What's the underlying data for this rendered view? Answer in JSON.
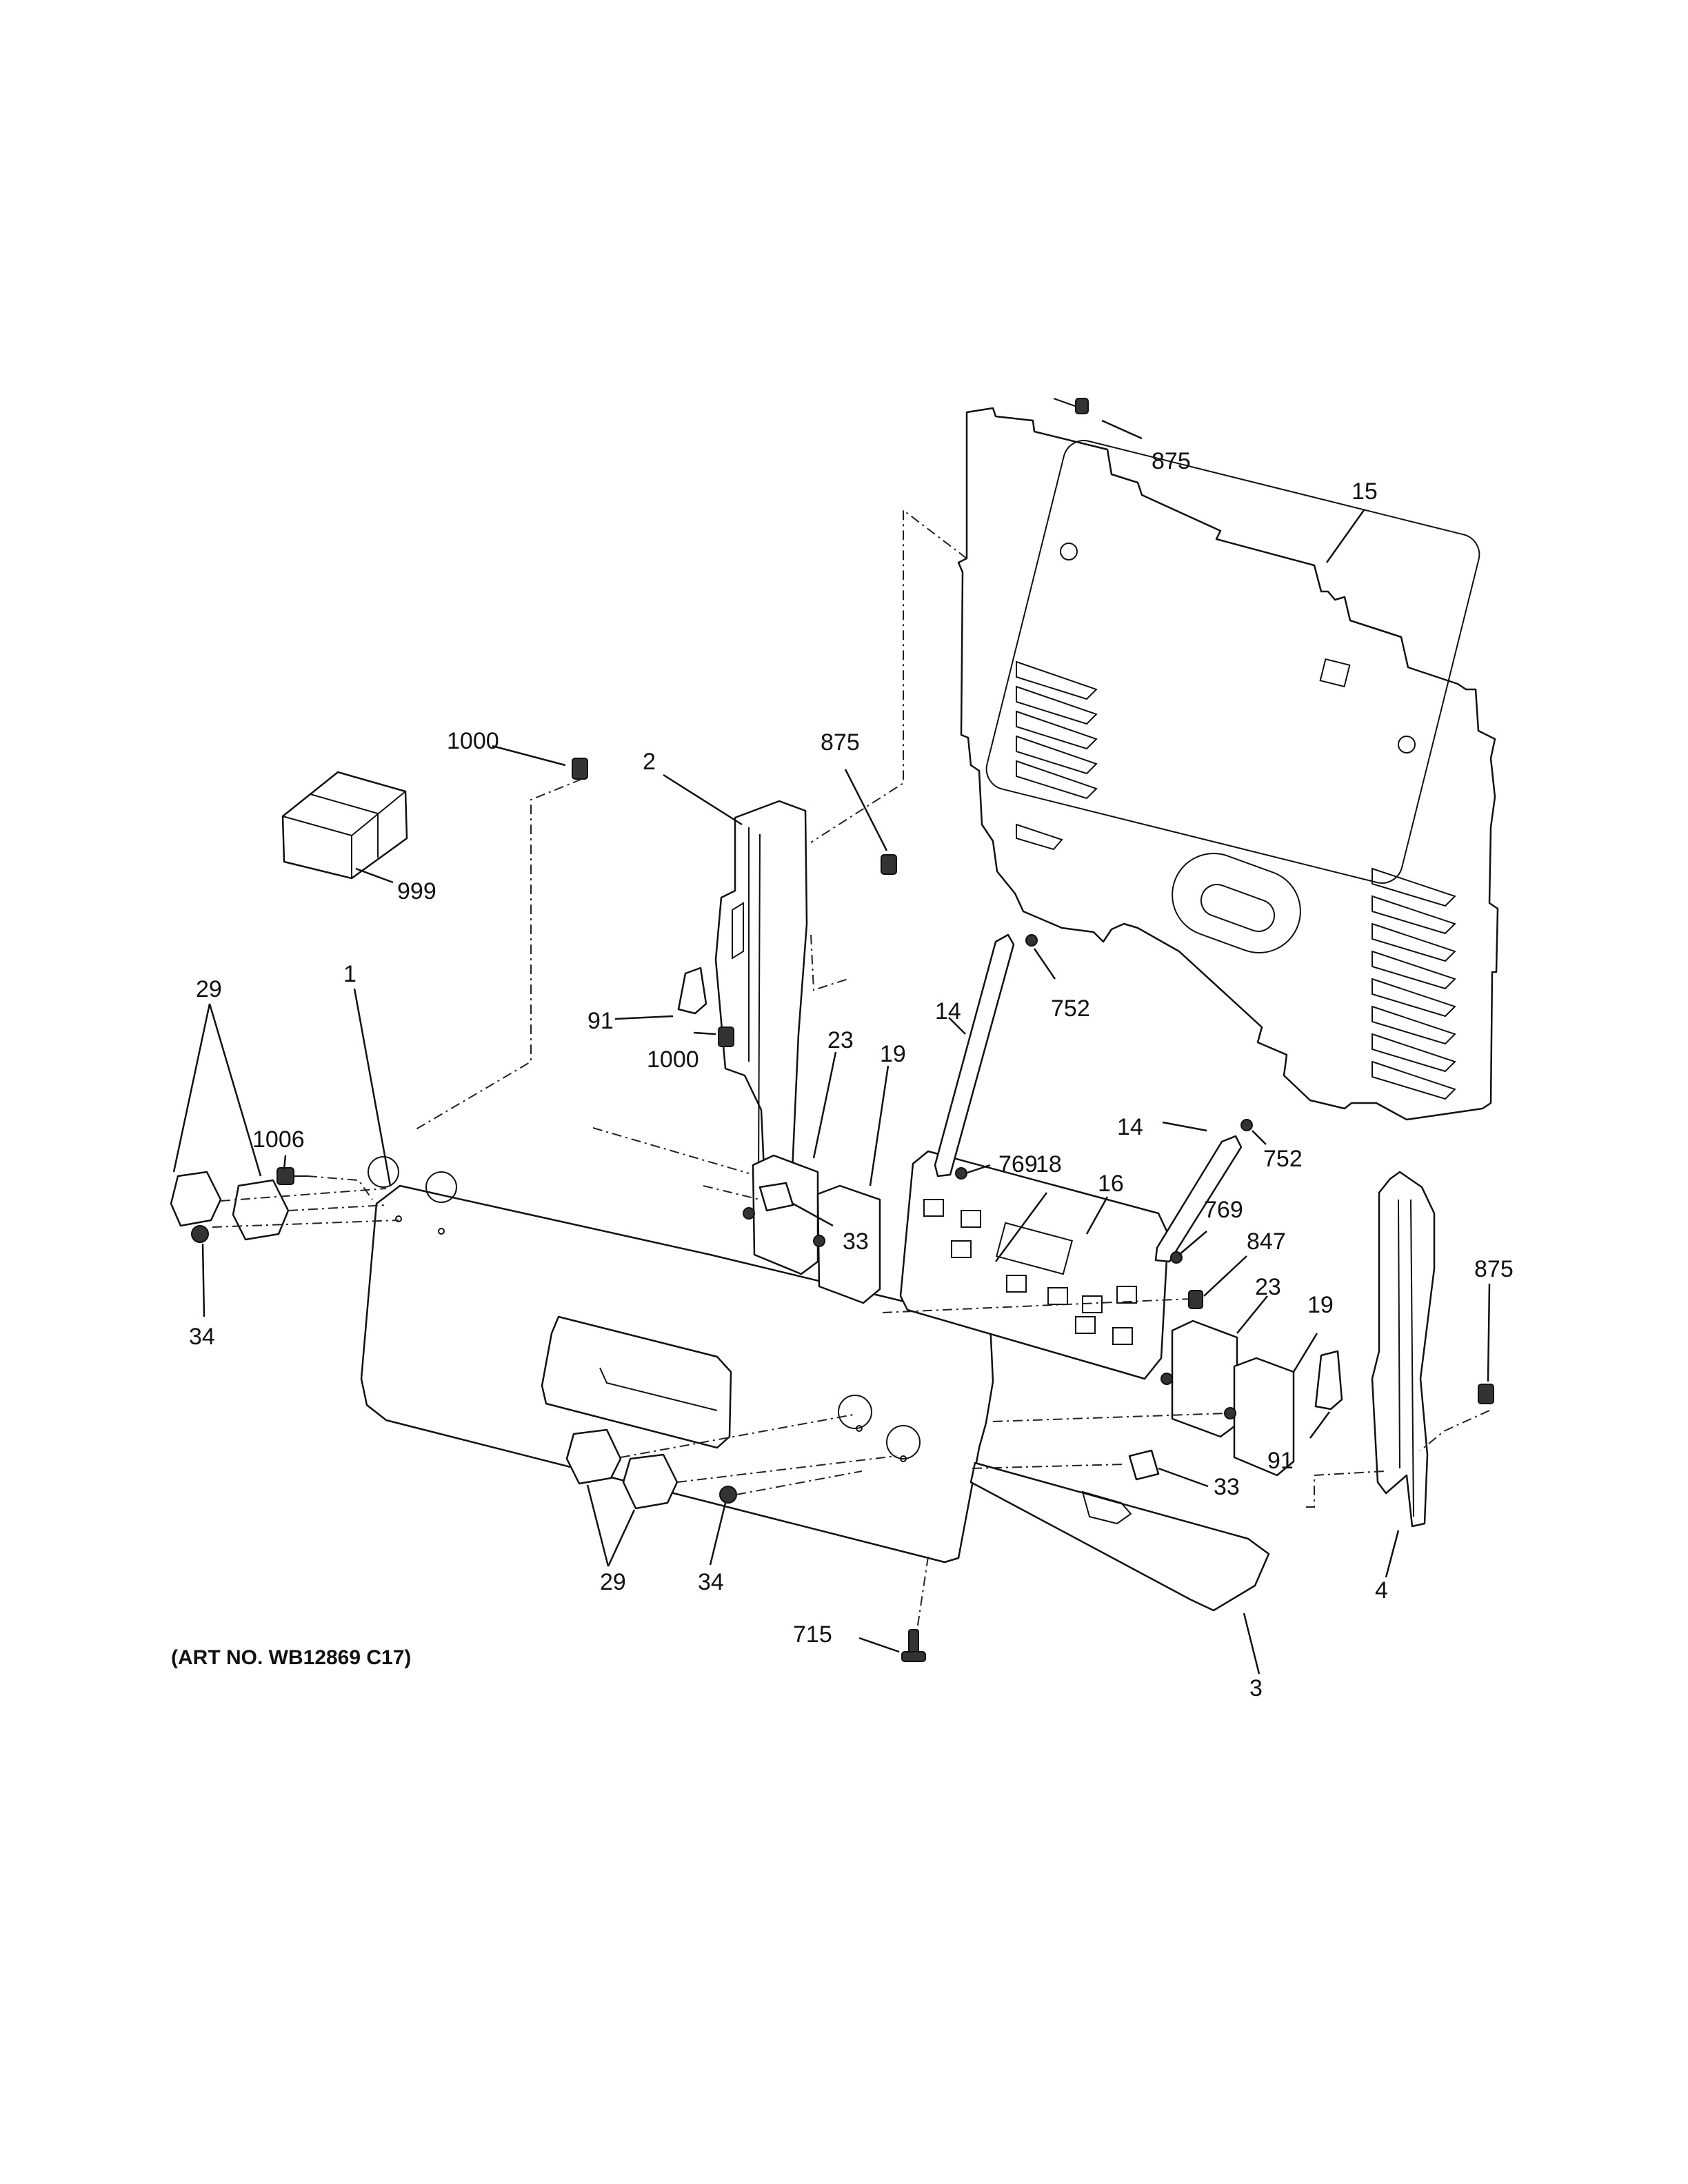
{
  "callouts": {
    "c875_top": "875",
    "c15": "15",
    "c1000_top": "1000",
    "c2": "2",
    "c875_mid": "875",
    "c999": "999",
    "c1": "1",
    "c91_left": "91",
    "c1000_mid": "1000",
    "c23_left": "23",
    "c19_left": "19",
    "c14_left": "14",
    "c752_left": "752",
    "c769_left": "769",
    "c29_left": "29",
    "c1006": "1006",
    "c34_left": "34",
    "c33_left": "33",
    "c18": "18",
    "c16": "16",
    "c14_right": "14",
    "c752_right": "752",
    "c769_right": "769",
    "c847": "847",
    "c875_right": "875",
    "c23_right": "23",
    "c19_right": "19",
    "c91_right": "91",
    "c33_right": "33",
    "c4": "4",
    "c29_right": "29",
    "c34_right": "34",
    "c715": "715",
    "c3": "3"
  },
  "art_number": "(ART NO. WB12869 C17)"
}
